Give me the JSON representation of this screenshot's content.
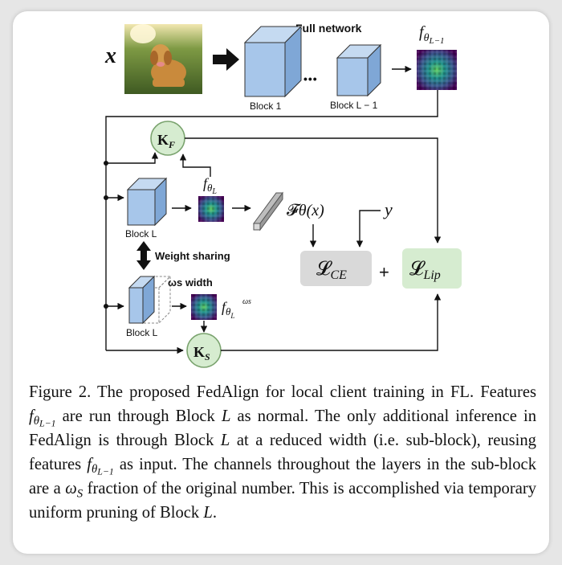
{
  "diagram": {
    "input_var": "x",
    "full_network_label": "Full network",
    "block1_label": "Block 1",
    "blockL1_label": "Block L − 1",
    "ellipsis": "•••",
    "f_top": "f",
    "f_top_sub": "θ",
    "f_top_subsub": "L−1",
    "kf_label": "K",
    "kf_sub": "F",
    "ks_label": "K",
    "ks_sub": "S",
    "blockL_label": "Block L",
    "blockL_sub_label": "Block L",
    "f_mid": "f",
    "f_mid_sub": "θ",
    "f_mid_subsub": "L",
    "f_low": "f",
    "f_low_sub": "θ",
    "f_low_subsub": "L",
    "f_low_sup": "ωs",
    "F_theta": "𝓕",
    "F_theta_rest": "θ(x)",
    "y_var": "y",
    "weight_sharing": "Weight sharing",
    "ws_width": "ωs width",
    "loss_ce": "𝓛",
    "loss_ce_sub": "CE",
    "plus": "+",
    "loss_lip": "𝓛",
    "loss_lip_sub": "Lip",
    "colors": {
      "cube_face": "#a7c6ea",
      "cube_top": "#c5daf1",
      "cube_side": "#7fa7d6",
      "circle_fill": "#d6ecd0",
      "circle_stroke": "#7aa36e",
      "loss_ce_fill": "#d9d9d9",
      "loss_lip_fill": "#d6ecd0"
    }
  },
  "caption": {
    "part1": "Figure 2. The proposed FedAlign for local client training in FL. Features ",
    "f1": "f",
    "f1_sub": "θ",
    "f1_subsub": "L−1",
    "part2": " are run through Block ",
    "L1": "L",
    "part3": " as normal. The only additional inference in FedAlign is through Block ",
    "L2": "L",
    "part4": " at a reduced width (i.e. sub-block), reusing features ",
    "f2": "f",
    "f2_sub": "θ",
    "f2_subsub": "L−1",
    "part5": " as input. The channels throughout the layers in the sub-block are a ",
    "omega": "ω",
    "omega_sub": "S",
    "part6": " fraction of the original number. This is accomplished via temporary uniform pruning of Block ",
    "L3": "L",
    "part7": "."
  }
}
